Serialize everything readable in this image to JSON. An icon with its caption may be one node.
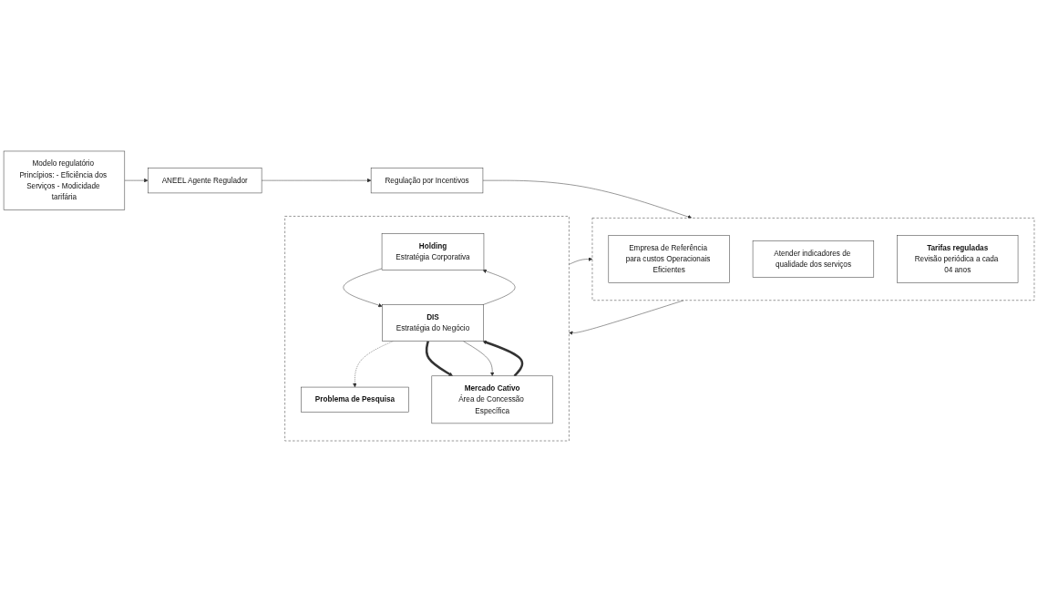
{
  "diagram": {
    "nodes": [
      {
        "text": [
          "Modelo regulatório Princípios: - Eficiência dos Serviços - Modicidade tarifária"
        ]
      },
      {
        "text": [
          "ANEEL Agente Regulador"
        ]
      },
      {
        "text": [
          "Regulação por Incentivos"
        ]
      },
      {
        "text": [],
        "shape": "box"
      },
      {
        "text": [
          "Empresa de Referência para custos Operacionais Eficientes"
        ],
        "in": 3
      },
      {
        "text": [
          "Atender indicadores de qualidade dos serviços"
        ],
        "in": 3
      },
      {
        "text": [
          "Tarifas reguladas",
          "Revisão periódica a cada 04 anos"
        ],
        "in": 3
      },
      {
        "text": [],
        "shape": "box"
      },
      {
        "text": [
          "Holding",
          "Estratégia Corporativa"
        ],
        "in": 7
      },
      {
        "text": [
          "Problema de Pesquisa"
        ],
        "in": 7
      },
      {
        "text": [
          "DIS",
          "Estratégia do Negócio"
        ],
        "in": 7
      },
      {
        "text": [
          "Mercado Cativo",
          "Área de Concessão Específica"
        ],
        "in": 7
      }
    ],
    "edges": [
      {
        "from": 0,
        "to": 1,
        "arrow": "to"
      },
      {
        "from": 1,
        "to": 2,
        "arrow": "to"
      },
      {
        "from": 2,
        "to": 3,
        "arrow": "to"
      },
      {
        "from": 3,
        "to": 7,
        "arrow": "to"
      },
      {
        "from": 7,
        "to": 3,
        "arrow": "to"
      },
      {
        "from": 10,
        "to": 9,
        "arrow": "to",
        "style": "dashed"
      },
      {
        "from": 8,
        "to": 10,
        "arrow": "to"
      },
      {
        "from": 10,
        "to": 8,
        "arrow": "to"
      },
      {
        "from": 10,
        "to": 11,
        "arrow": "to",
        "style": "thick"
      },
      {
        "from": 10,
        "to": 11,
        "arrow": "to"
      },
      {
        "from": 11,
        "to": 10,
        "arrow": "to",
        "style": "thick"
      }
    ]
  }
}
